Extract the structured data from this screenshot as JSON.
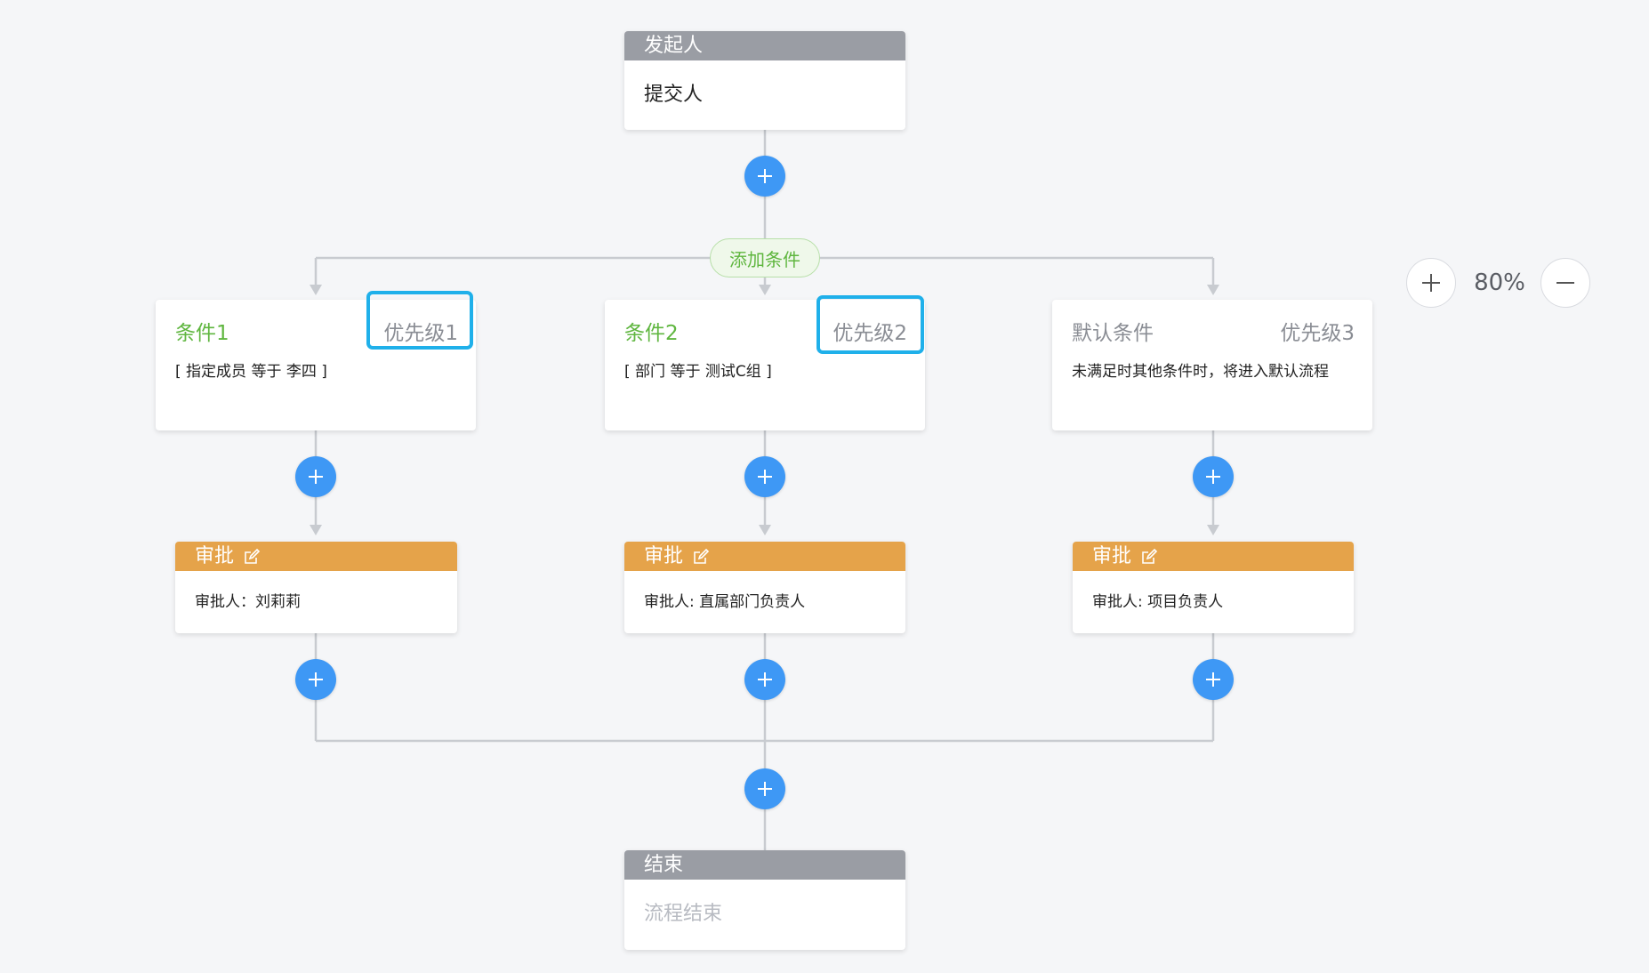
{
  "start_node": {
    "header": "发起人",
    "body": "提交人"
  },
  "add_condition_label": "添加条件",
  "conditions": [
    {
      "title": "条件1",
      "priority": "优先级1",
      "description": "[ 指定成员 等于 李四 ]"
    },
    {
      "title": "条件2",
      "priority": "优先级2",
      "description": "[ 部门 等于 测试C组 ]"
    },
    {
      "title": "默认条件",
      "priority": "优先级3",
      "description": "未满足时其他条件时，将进入默认流程"
    }
  ],
  "approvals": [
    {
      "header": "审批",
      "approver": "审批人：刘莉莉"
    },
    {
      "header": "审批",
      "approver": "审批人: 直属部门负责人"
    },
    {
      "header": "审批",
      "approver": "审批人: 项目负责人"
    }
  ],
  "end_node": {
    "header": "结束",
    "body": "流程结束"
  },
  "zoom": {
    "level": "80%"
  },
  "colors": {
    "accent_blue": "#3e98f5",
    "condition_green": "#5fb63f",
    "approval_orange": "#e5a34a",
    "node_header_gray": "#9a9da4",
    "highlight_blue": "#1fb0ea"
  }
}
